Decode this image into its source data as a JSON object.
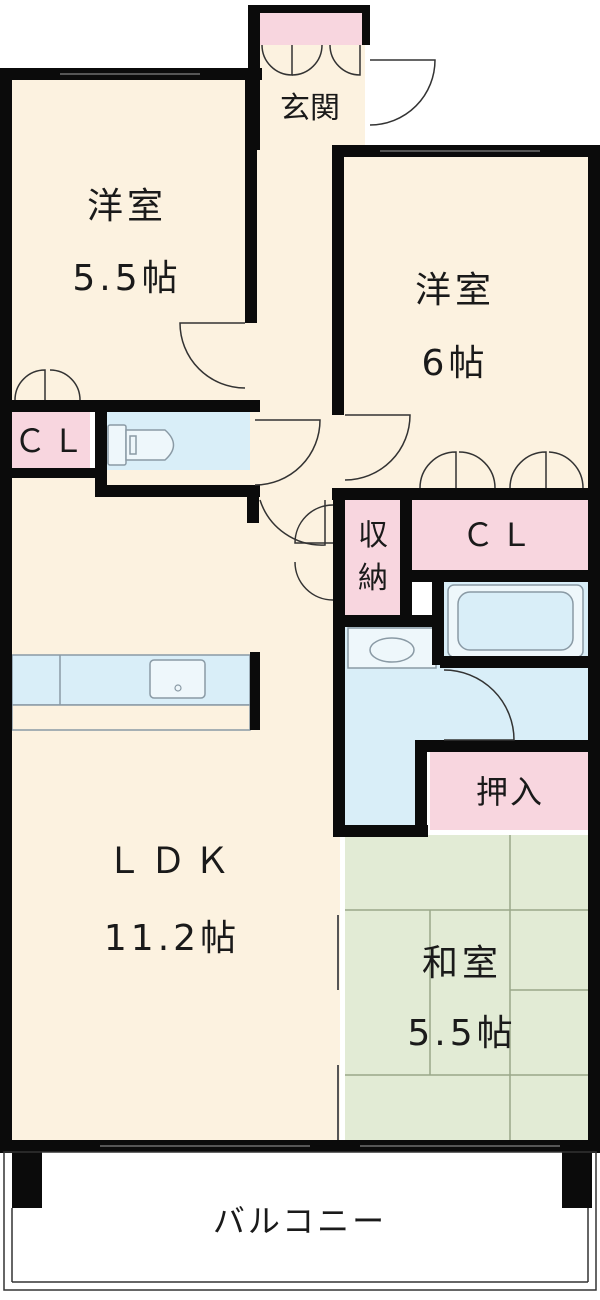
{
  "floor_plan": {
    "colors": {
      "room_floor": "#fcf2e0",
      "closet": "#f8d6df",
      "wet_area": "#d9eef8",
      "tatami": "#e2ebd5",
      "wall": "#0b0b0b",
      "balcony": "#ffffff"
    },
    "entrance": {
      "label": "玄関"
    },
    "western_room_1": {
      "name": "洋室",
      "size": "5.5帖"
    },
    "western_room_2": {
      "name": "洋室",
      "size": "6帖"
    },
    "closet_left": {
      "label": "ＣＬ"
    },
    "closet_right": {
      "label": "ＣＬ"
    },
    "storage": {
      "label_line1": "収",
      "label_line2": "納"
    },
    "oshiire": {
      "label": "押入"
    },
    "ldk": {
      "name": "ＬＤＫ",
      "size": "11.2帖"
    },
    "japanese_room": {
      "name": "和室",
      "size": "5.5帖"
    },
    "balcony": {
      "label": "バルコニー"
    }
  }
}
